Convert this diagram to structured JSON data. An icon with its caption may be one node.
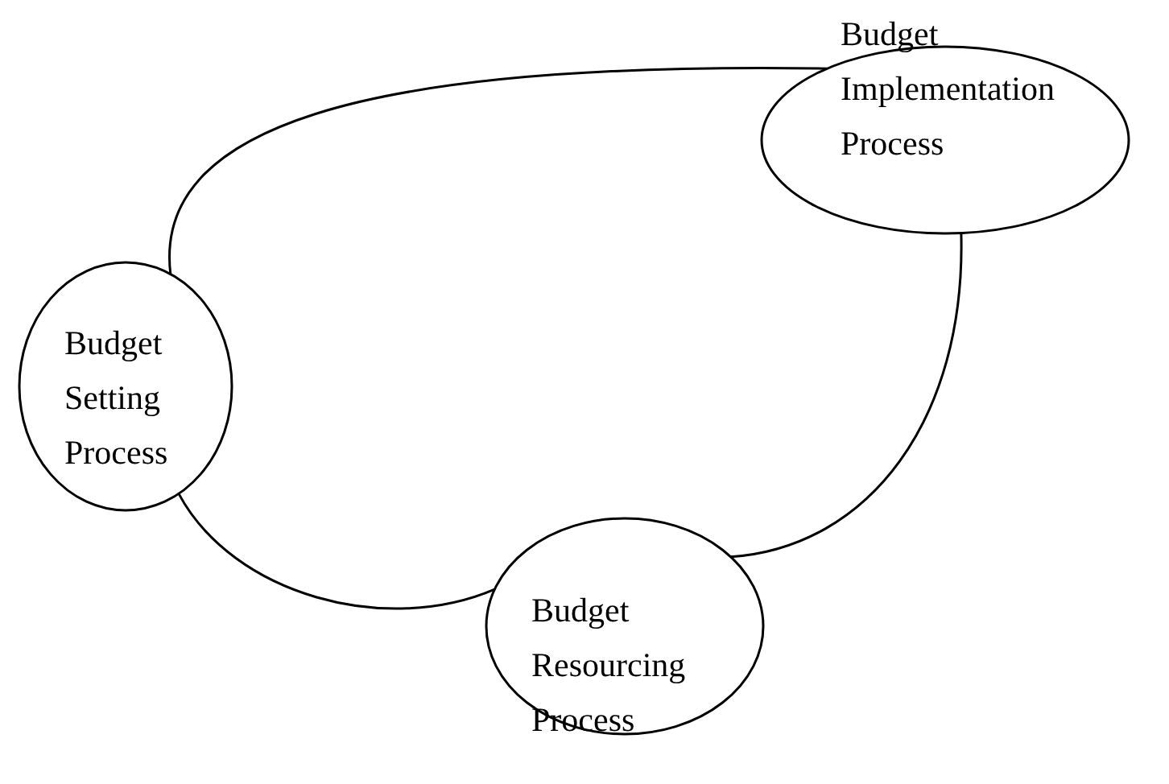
{
  "diagram": {
    "nodes": [
      {
        "text": [
          "Budget Setting Process"
        ]
      },
      {
        "text": [
          "Budget Implementation Process"
        ]
      },
      {
        "text": [
          "Budget Resourcing Process"
        ]
      }
    ],
    "edges": [
      {
        "from": 0,
        "to": 1,
        "arrow": "none"
      },
      {
        "from": 1,
        "to": 2,
        "arrow": "none"
      },
      {
        "from": 2,
        "to": 0,
        "arrow": "none"
      }
    ]
  }
}
